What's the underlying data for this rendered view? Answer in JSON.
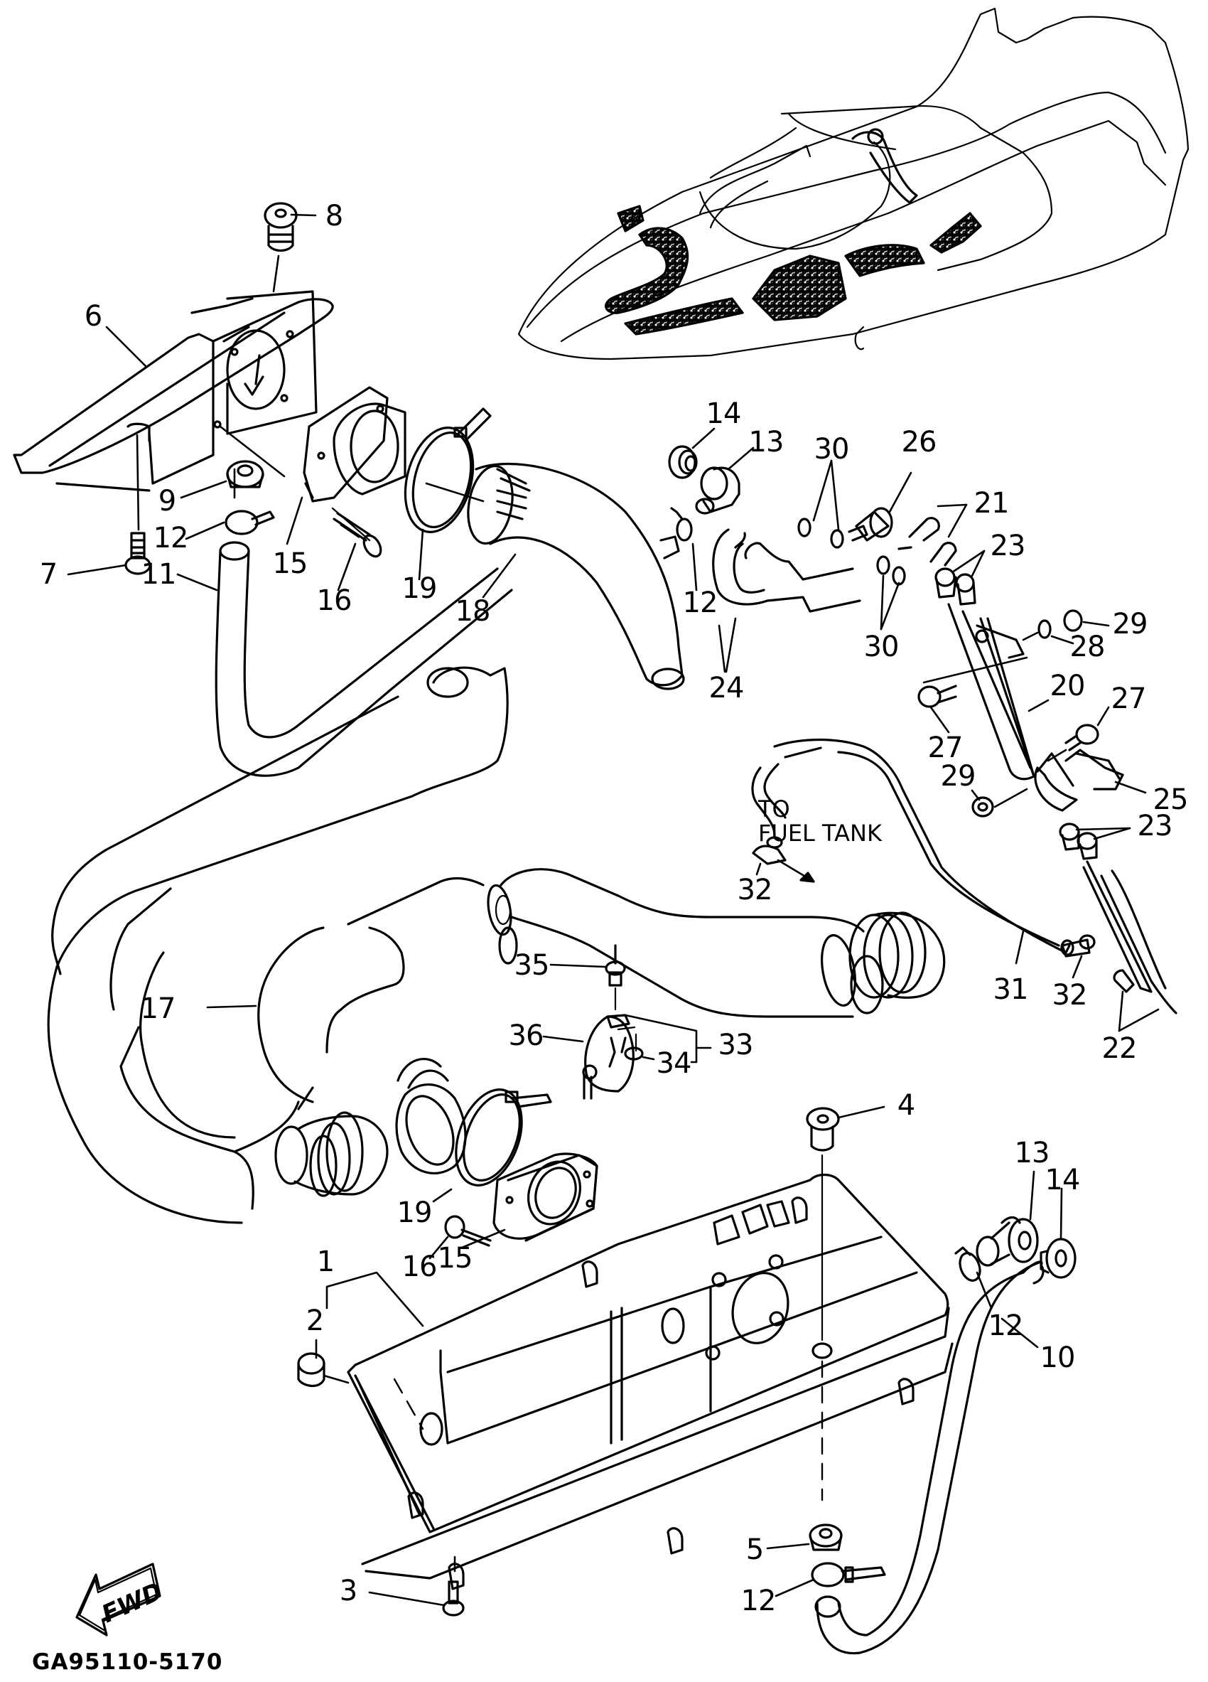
{
  "diagram": {
    "kind": "exploded parts diagram",
    "subject": "Personal watercraft exhaust / water lock assembly",
    "drawing_code": "GA95110-5170",
    "direction_marker": "FWD",
    "annotation": {
      "line1": "TO",
      "line2": "FUEL TANK"
    },
    "ink_color": "#000000",
    "paper_color": "#ffffff"
  },
  "callouts": [
    {
      "id": "c1",
      "label": "1",
      "part": "muffler/water box assembly"
    },
    {
      "id": "c2",
      "label": "2",
      "part": "plug"
    },
    {
      "id": "c3",
      "label": "3",
      "part": "bolt"
    },
    {
      "id": "c4",
      "label": "4",
      "part": "drain plug"
    },
    {
      "id": "c5",
      "label": "5",
      "part": "nut"
    },
    {
      "id": "c6",
      "label": "6",
      "part": "cover bracket"
    },
    {
      "id": "c7",
      "label": "7",
      "part": "bolt"
    },
    {
      "id": "c8",
      "label": "8",
      "part": "plug"
    },
    {
      "id": "c9",
      "label": "9",
      "part": "nut"
    },
    {
      "id": "c10",
      "label": "10",
      "part": "hose"
    },
    {
      "id": "c11",
      "label": "11",
      "part": "hose"
    },
    {
      "id": "c12a",
      "label": "12",
      "part": "clamp"
    },
    {
      "id": "c12b",
      "label": "12",
      "part": "clamp"
    },
    {
      "id": "c12c",
      "label": "12",
      "part": "clamp"
    },
    {
      "id": "c12d",
      "label": "12",
      "part": "clamp"
    },
    {
      "id": "c13a",
      "label": "13",
      "part": "joint"
    },
    {
      "id": "c13b",
      "label": "13",
      "part": "joint"
    },
    {
      "id": "c14a",
      "label": "14",
      "part": "nut"
    },
    {
      "id": "c14b",
      "label": "14",
      "part": "nut"
    },
    {
      "id": "c15a",
      "label": "15",
      "part": "flange joint"
    },
    {
      "id": "c15b",
      "label": "15",
      "part": "flange joint"
    },
    {
      "id": "c16a",
      "label": "16",
      "part": "screw"
    },
    {
      "id": "c16b",
      "label": "16",
      "part": "screw"
    },
    {
      "id": "c17",
      "label": "17",
      "part": "exhaust hose"
    },
    {
      "id": "c18",
      "label": "18",
      "part": "exhaust hose"
    },
    {
      "id": "c19a",
      "label": "19",
      "part": "hose band"
    },
    {
      "id": "c19b",
      "label": "19",
      "part": "hose band"
    },
    {
      "id": "c20",
      "label": "20",
      "part": "pipe"
    },
    {
      "id": "c21",
      "label": "21",
      "part": "hose"
    },
    {
      "id": "c22",
      "label": "22",
      "part": "hose"
    },
    {
      "id": "c23a",
      "label": "23",
      "part": "clip"
    },
    {
      "id": "c23b",
      "label": "23",
      "part": "clip"
    },
    {
      "id": "c24",
      "label": "24",
      "part": "hose"
    },
    {
      "id": "c25",
      "label": "25",
      "part": "bracket"
    },
    {
      "id": "c26",
      "label": "26",
      "part": "joint"
    },
    {
      "id": "c27a",
      "label": "27",
      "part": "bolt"
    },
    {
      "id": "c27b",
      "label": "27",
      "part": "bolt"
    },
    {
      "id": "c28",
      "label": "28",
      "part": "washer"
    },
    {
      "id": "c29a",
      "label": "29",
      "part": "nut"
    },
    {
      "id": "c29b",
      "label": "29",
      "part": "nut"
    },
    {
      "id": "c30a",
      "label": "30",
      "part": "clip"
    },
    {
      "id": "c30b",
      "label": "30",
      "part": "clip"
    },
    {
      "id": "c31",
      "label": "31",
      "part": "hose"
    },
    {
      "id": "c32a",
      "label": "32",
      "part": "clip"
    },
    {
      "id": "c32b",
      "label": "32",
      "part": "clip"
    },
    {
      "id": "c33",
      "label": "33",
      "part": "band set"
    },
    {
      "id": "c34",
      "label": "34",
      "part": "nut"
    },
    {
      "id": "c35",
      "label": "35",
      "part": "bolt"
    },
    {
      "id": "c36",
      "label": "36",
      "part": "band"
    }
  ]
}
